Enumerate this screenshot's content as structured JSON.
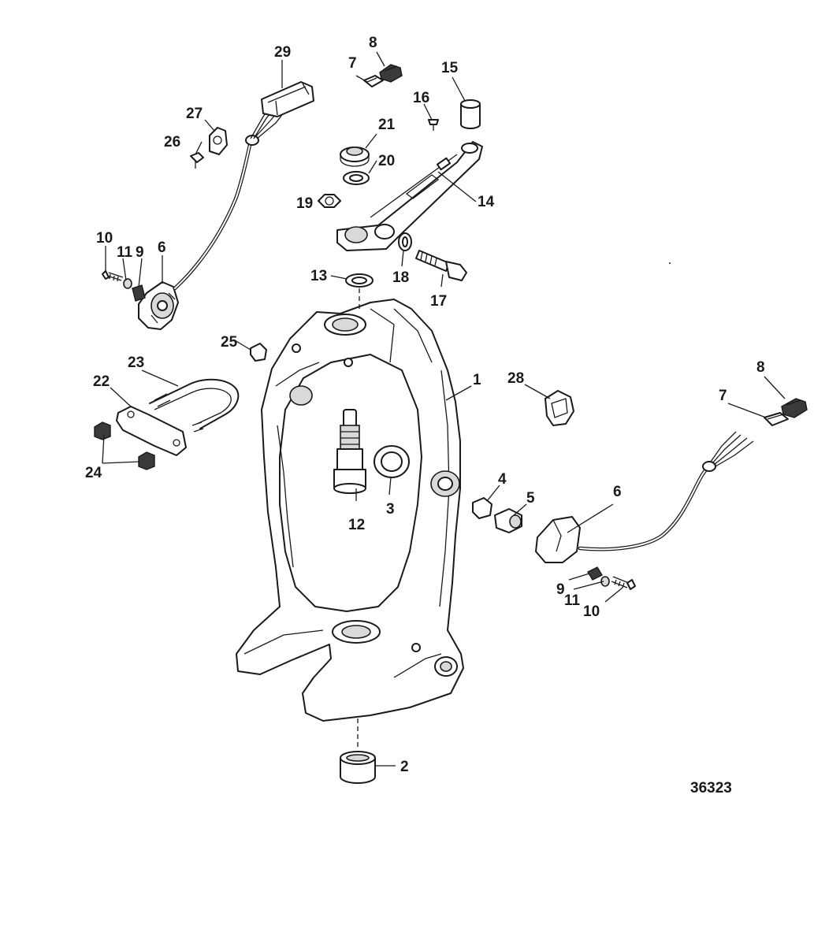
{
  "figure_number": "36323",
  "callouts": [
    {
      "id": "c1",
      "label": "1"
    },
    {
      "id": "c2",
      "label": "2"
    },
    {
      "id": "c3",
      "label": "3"
    },
    {
      "id": "c4",
      "label": "4"
    },
    {
      "id": "c5",
      "label": "5"
    },
    {
      "id": "c6a",
      "label": "6"
    },
    {
      "id": "c6b",
      "label": "6"
    },
    {
      "id": "c7a",
      "label": "7"
    },
    {
      "id": "c7b",
      "label": "7"
    },
    {
      "id": "c8a",
      "label": "8"
    },
    {
      "id": "c8b",
      "label": "8"
    },
    {
      "id": "c9a",
      "label": "9"
    },
    {
      "id": "c9b",
      "label": "9"
    },
    {
      "id": "c10a",
      "label": "10"
    },
    {
      "id": "c10b",
      "label": "10"
    },
    {
      "id": "c11a",
      "label": "11"
    },
    {
      "id": "c11b",
      "label": "11"
    },
    {
      "id": "c12",
      "label": "12"
    },
    {
      "id": "c13",
      "label": "13"
    },
    {
      "id": "c14",
      "label": "14"
    },
    {
      "id": "c15",
      "label": "15"
    },
    {
      "id": "c16",
      "label": "16"
    },
    {
      "id": "c17",
      "label": "17"
    },
    {
      "id": "c18",
      "label": "18"
    },
    {
      "id": "c19",
      "label": "19"
    },
    {
      "id": "c20",
      "label": "20"
    },
    {
      "id": "c21",
      "label": "21"
    },
    {
      "id": "c22",
      "label": "22"
    },
    {
      "id": "c23",
      "label": "23"
    },
    {
      "id": "c24",
      "label": "24"
    },
    {
      "id": "c25",
      "label": "25"
    },
    {
      "id": "c26",
      "label": "26"
    },
    {
      "id": "c27",
      "label": "27"
    },
    {
      "id": "c28",
      "label": "28"
    },
    {
      "id": "c29",
      "label": "29"
    }
  ]
}
